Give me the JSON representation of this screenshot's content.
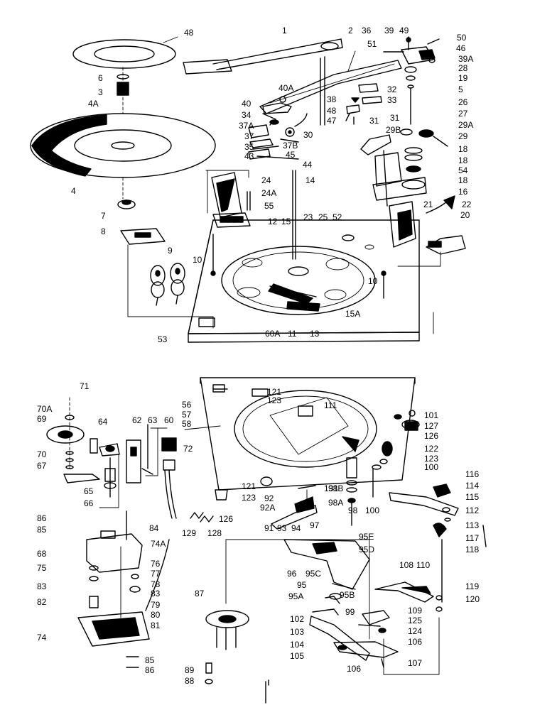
{
  "callouts_upper": [
    {
      "id": "c-48",
      "text": "48"
    },
    {
      "id": "c-1",
      "text": "1"
    },
    {
      "id": "c-2",
      "text": "2"
    },
    {
      "id": "c-36",
      "text": "36"
    },
    {
      "id": "c-39",
      "text": "39"
    },
    {
      "id": "c-49",
      "text": "49"
    },
    {
      "id": "c-50",
      "text": "50"
    },
    {
      "id": "c-46",
      "text": "46"
    },
    {
      "id": "c-51",
      "text": "51"
    },
    {
      "id": "c-39A",
      "text": "39A"
    },
    {
      "id": "c-28",
      "text": "28"
    },
    {
      "id": "c-19",
      "text": "19"
    },
    {
      "id": "c-5",
      "text": "5"
    },
    {
      "id": "c-6",
      "text": "6"
    },
    {
      "id": "c-3",
      "text": "3"
    },
    {
      "id": "c-4A",
      "text": "4A"
    },
    {
      "id": "c-40A",
      "text": "40A"
    },
    {
      "id": "c-32",
      "text": "32"
    },
    {
      "id": "c-33",
      "text": "33"
    },
    {
      "id": "c-26",
      "text": "26"
    },
    {
      "id": "c-40",
      "text": "40"
    },
    {
      "id": "c-38",
      "text": "38"
    },
    {
      "id": "c-48b",
      "text": "48"
    },
    {
      "id": "c-34",
      "text": "34"
    },
    {
      "id": "c-27",
      "text": "27"
    },
    {
      "id": "c-37A",
      "text": "37A"
    },
    {
      "id": "c-47",
      "text": "47"
    },
    {
      "id": "c-31a",
      "text": "31"
    },
    {
      "id": "c-31b",
      "text": "31"
    },
    {
      "id": "c-29B",
      "text": "29B"
    },
    {
      "id": "c-29A",
      "text": "29A"
    },
    {
      "id": "c-37",
      "text": "37"
    },
    {
      "id": "c-30",
      "text": "30"
    },
    {
      "id": "c-29",
      "text": "29"
    },
    {
      "id": "c-35",
      "text": "35"
    },
    {
      "id": "c-37B",
      "text": "37B"
    },
    {
      "id": "c-18a",
      "text": "18"
    },
    {
      "id": "c-43",
      "text": "43"
    },
    {
      "id": "c-45",
      "text": "45"
    },
    {
      "id": "c-18b",
      "text": "18"
    },
    {
      "id": "c-44",
      "text": "44"
    },
    {
      "id": "c-54",
      "text": "54"
    },
    {
      "id": "c-4",
      "text": "4"
    },
    {
      "id": "c-24",
      "text": "24"
    },
    {
      "id": "c-14",
      "text": "14"
    },
    {
      "id": "c-18c",
      "text": "18"
    },
    {
      "id": "c-16",
      "text": "16"
    },
    {
      "id": "c-24A",
      "text": "24A"
    },
    {
      "id": "c-7",
      "text": "7"
    },
    {
      "id": "c-55",
      "text": "55"
    },
    {
      "id": "c-22",
      "text": "22"
    },
    {
      "id": "c-21",
      "text": "21"
    },
    {
      "id": "c-20",
      "text": "20"
    },
    {
      "id": "c-8",
      "text": "8"
    },
    {
      "id": "c-12",
      "text": "12"
    },
    {
      "id": "c-15",
      "text": "15"
    },
    {
      "id": "c-23",
      "text": "23"
    },
    {
      "id": "c-25",
      "text": "25"
    },
    {
      "id": "c-52",
      "text": "52"
    },
    {
      "id": "c-9",
      "text": "9"
    },
    {
      "id": "c-10a",
      "text": "10"
    },
    {
      "id": "c-10b",
      "text": "10"
    },
    {
      "id": "c-15A",
      "text": "15A"
    },
    {
      "id": "c-53",
      "text": "53"
    },
    {
      "id": "c-60A",
      "text": "60A"
    },
    {
      "id": "c-11",
      "text": "11"
    },
    {
      "id": "c-13",
      "text": "13"
    }
  ],
  "callouts_lower": [
    {
      "id": "d-121a",
      "text": "121"
    },
    {
      "id": "d-123a",
      "text": "123"
    },
    {
      "id": "d-71",
      "text": "71"
    },
    {
      "id": "d-111",
      "text": "111"
    },
    {
      "id": "d-56",
      "text": "56"
    },
    {
      "id": "d-57",
      "text": "57"
    },
    {
      "id": "d-101",
      "text": "101"
    },
    {
      "id": "d-70A",
      "text": "70A"
    },
    {
      "id": "d-69",
      "text": "69"
    },
    {
      "id": "d-58",
      "text": "58"
    },
    {
      "id": "d-62",
      "text": "62"
    },
    {
      "id": "d-63",
      "text": "63"
    },
    {
      "id": "d-60",
      "text": "60"
    },
    {
      "id": "d-127",
      "text": "127"
    },
    {
      "id": "d-64",
      "text": "64"
    },
    {
      "id": "d-126a",
      "text": "126"
    },
    {
      "id": "d-70",
      "text": "70"
    },
    {
      "id": "d-72",
      "text": "72"
    },
    {
      "id": "d-122",
      "text": "122"
    },
    {
      "id": "d-123b",
      "text": "123"
    },
    {
      "id": "d-67",
      "text": "67"
    },
    {
      "id": "d-100a",
      "text": "100"
    },
    {
      "id": "d-116",
      "text": "116"
    },
    {
      "id": "d-65",
      "text": "65"
    },
    {
      "id": "d-121b",
      "text": "121"
    },
    {
      "id": "d-114",
      "text": "114"
    },
    {
      "id": "d-131",
      "text": "131"
    },
    {
      "id": "d-66",
      "text": "66"
    },
    {
      "id": "d-123c",
      "text": "123"
    },
    {
      "id": "d-98B",
      "text": "98B"
    },
    {
      "id": "d-92",
      "text": "92"
    },
    {
      "id": "d-115",
      "text": "115"
    },
    {
      "id": "d-92A",
      "text": "92A"
    },
    {
      "id": "d-98A",
      "text": "98A"
    },
    {
      "id": "d-126b",
      "text": "126"
    },
    {
      "id": "d-112",
      "text": "112"
    },
    {
      "id": "d-98",
      "text": "98"
    },
    {
      "id": "d-100b",
      "text": "100"
    },
    {
      "id": "d-86a",
      "text": "86"
    },
    {
      "id": "d-84",
      "text": "84"
    },
    {
      "id": "d-113",
      "text": "113"
    },
    {
      "id": "d-91",
      "text": "91"
    },
    {
      "id": "d-93",
      "text": "93"
    },
    {
      "id": "d-94",
      "text": "94"
    },
    {
      "id": "d-85a",
      "text": "85"
    },
    {
      "id": "d-129",
      "text": "129"
    },
    {
      "id": "d-128",
      "text": "128"
    },
    {
      "id": "d-97",
      "text": "97"
    },
    {
      "id": "d-74A",
      "text": "74A"
    },
    {
      "id": "d-117",
      "text": "117"
    },
    {
      "id": "d-95E",
      "text": "95E"
    },
    {
      "id": "d-68",
      "text": "68"
    },
    {
      "id": "d-118",
      "text": "118"
    },
    {
      "id": "d-95D",
      "text": "95D"
    },
    {
      "id": "d-75",
      "text": "75"
    },
    {
      "id": "d-76",
      "text": "76"
    },
    {
      "id": "d-77",
      "text": "77"
    },
    {
      "id": "d-96",
      "text": "96"
    },
    {
      "id": "d-95C",
      "text": "95C"
    },
    {
      "id": "d-78",
      "text": "78"
    },
    {
      "id": "d-108",
      "text": "108"
    },
    {
      "id": "d-110",
      "text": "110"
    },
    {
      "id": "d-95",
      "text": "95"
    },
    {
      "id": "d-83a",
      "text": "83"
    },
    {
      "id": "d-83b",
      "text": "83"
    },
    {
      "id": "d-95B",
      "text": "95B"
    },
    {
      "id": "d-87",
      "text": "87"
    },
    {
      "id": "d-95A",
      "text": "95A"
    },
    {
      "id": "d-119",
      "text": "119"
    },
    {
      "id": "d-79",
      "text": "79"
    },
    {
      "id": "d-120",
      "text": "120"
    },
    {
      "id": "d-82",
      "text": "82"
    },
    {
      "id": "d-80",
      "text": "80"
    },
    {
      "id": "d-99",
      "text": "99"
    },
    {
      "id": "d-109",
      "text": "109"
    },
    {
      "id": "d-102",
      "text": "102"
    },
    {
      "id": "d-125",
      "text": "125"
    },
    {
      "id": "d-81",
      "text": "81"
    },
    {
      "id": "d-103",
      "text": "103"
    },
    {
      "id": "d-124",
      "text": "124"
    },
    {
      "id": "d-74",
      "text": "74"
    },
    {
      "id": "d-104",
      "text": "104"
    },
    {
      "id": "d-106a",
      "text": "106"
    },
    {
      "id": "d-105",
      "text": "105"
    },
    {
      "id": "d-85b",
      "text": "85"
    },
    {
      "id": "d-107",
      "text": "107"
    },
    {
      "id": "d-86b",
      "text": "86"
    },
    {
      "id": "d-106b",
      "text": "106"
    },
    {
      "id": "d-89",
      "text": "89"
    },
    {
      "id": "d-88",
      "text": "88"
    }
  ]
}
